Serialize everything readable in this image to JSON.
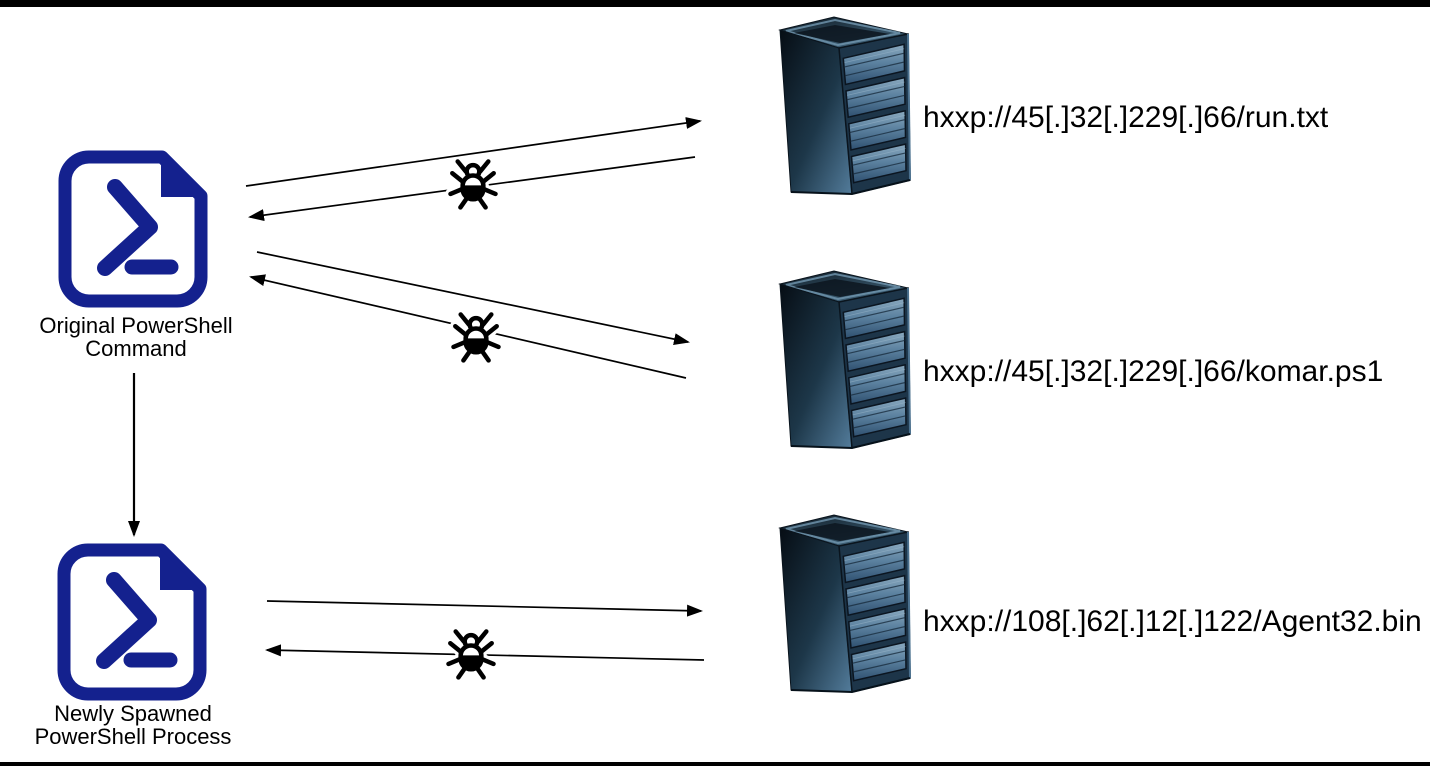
{
  "colors": {
    "powershell_blue": "#14218E",
    "line_black": "#000000",
    "server_front": "#1D3549",
    "background": "#FFFFFF"
  },
  "nodes": {
    "ps_original": {
      "line1": "Original PowerShell",
      "line2": "Command",
      "icon": "powershell-icon"
    },
    "ps_spawned": {
      "line1": "Newly Spawned",
      "line2": "PowerShell Process",
      "icon": "powershell-icon"
    },
    "servers": [
      {
        "id": "server_run_txt",
        "url": "hxxp://45[.]32[.]229[.]66/run.txt",
        "icon": "server-icon"
      },
      {
        "id": "server_komar_ps1",
        "url": "hxxp://45[.]32[.]229[.]66/komar.ps1",
        "icon": "server-icon"
      },
      {
        "id": "server_agent32_bin",
        "url": "hxxp://108[.]62[.]12[.]122/Agent32.bin",
        "icon": "server-icon"
      }
    ]
  },
  "connections": [
    {
      "from": "ps_original",
      "to": "server_run_txt",
      "type": "request"
    },
    {
      "from": "server_run_txt",
      "to": "ps_original",
      "type": "response",
      "overlay": "bug-icon"
    },
    {
      "from": "ps_original",
      "to": "server_komar_ps1",
      "type": "request"
    },
    {
      "from": "server_komar_ps1",
      "to": "ps_original",
      "type": "response",
      "overlay": "bug-icon"
    },
    {
      "from": "ps_original",
      "to": "ps_spawned",
      "type": "spawn"
    },
    {
      "from": "ps_spawned",
      "to": "server_agent32_bin",
      "type": "request"
    },
    {
      "from": "server_agent32_bin",
      "to": "ps_spawned",
      "type": "response",
      "overlay": "bug-icon"
    }
  ]
}
